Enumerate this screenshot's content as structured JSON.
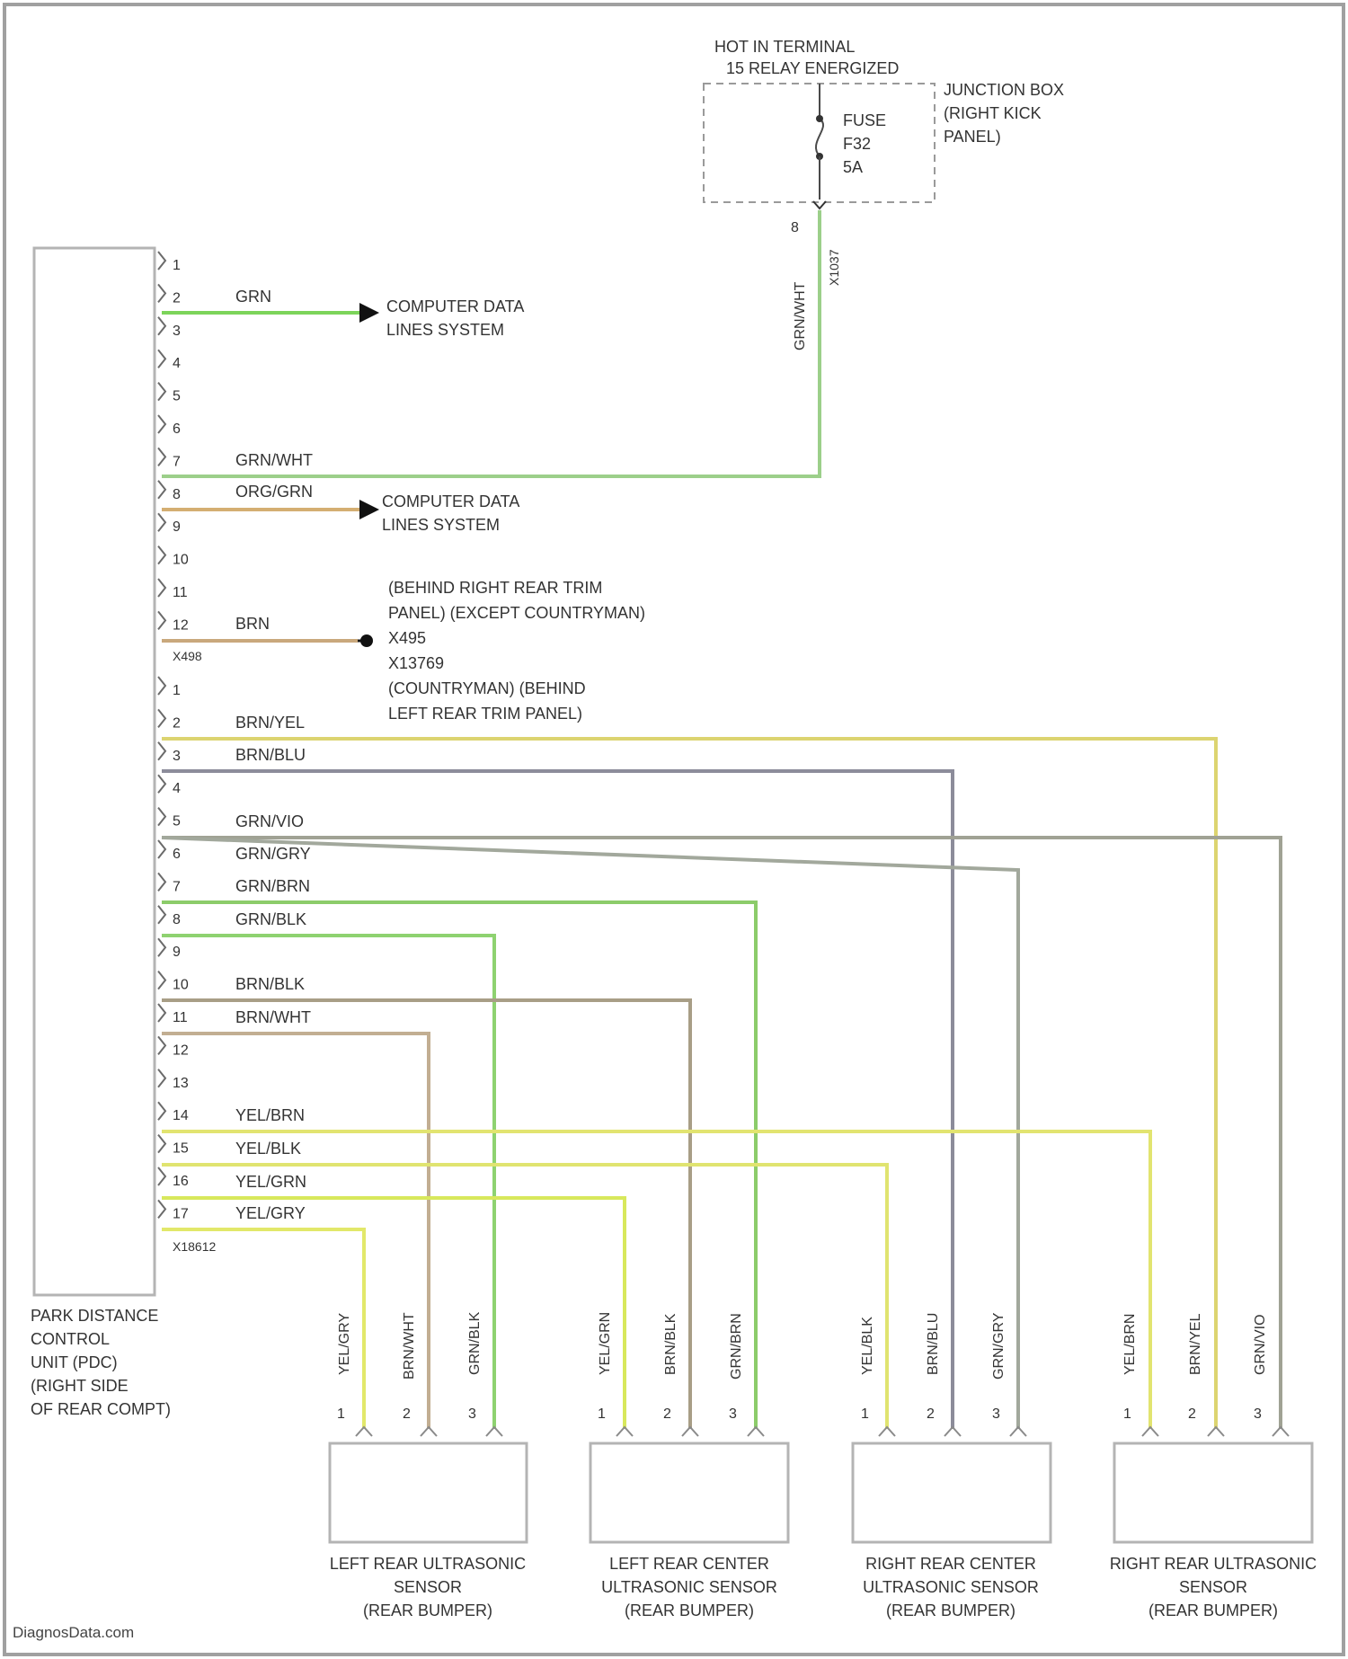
{
  "colors": {
    "GRN": "#7cd45a",
    "GRN_WHT": "#9ccf8a",
    "ORG_GRN": "#d4ae72",
    "BRN": "#c9a87c",
    "BRN_YEL": "#dcd470",
    "BRN_BLU": "#8c8c9a",
    "GRN_VIO": "#a0a294",
    "GRN_GRY": "#a2a89c",
    "GRN_BRN": "#8ccc6a",
    "GRN_BLK": "#8ed270",
    "BRN_BLK": "#a89e86",
    "BRN_WHT": "#c2ae92",
    "YEL_BRN": "#e2e470",
    "YEL_BLK": "#e0e470",
    "YEL_GRN": "#d8e85c",
    "YEL_GRY": "#e2e86a",
    "component": "#b4b4b4",
    "text": "#333333"
  },
  "power": {
    "title_line1": "HOT IN TERMINAL",
    "title_line2": "15 RELAY ENERGIZED",
    "junction_line1": "JUNCTION BOX",
    "junction_line2": "(RIGHT KICK",
    "junction_line3": "PANEL)",
    "fuse_line1": "FUSE",
    "fuse_line2": "F32",
    "fuse_line3": "5A",
    "pin_top": "8",
    "connector": "X1037",
    "wire_color": "GRN/WHT"
  },
  "pdc": {
    "label_line1": "PARK DISTANCE",
    "label_line2": "CONTROL",
    "label_line3": "UNIT (PDC)",
    "label_line4": "(RIGHT SIDE",
    "label_line5": "OF REAR COMPT)",
    "connector1": {
      "name": "X498",
      "pins": [
        "1",
        "2",
        "3",
        "4",
        "5",
        "6",
        "7",
        "8",
        "9",
        "10",
        "11",
        "12"
      ]
    },
    "connector2": {
      "name": "X18612",
      "pins": [
        "1",
        "2",
        "3",
        "4",
        "5",
        "6",
        "7",
        "8",
        "9",
        "10",
        "11",
        "12",
        "13",
        "14",
        "15",
        "16",
        "17"
      ]
    }
  },
  "wires": {
    "w_grn": "GRN",
    "w_grn_wht": "GRN/WHT",
    "w_org_grn": "ORG/GRN",
    "w_brn": "BRN",
    "w_brn_yel": "BRN/YEL",
    "w_brn_blu": "BRN/BLU",
    "w_grn_vio": "GRN/VIO",
    "w_grn_gry": "GRN/GRY",
    "w_grn_brn": "GRN/BRN",
    "w_grn_blk": "GRN/BLK",
    "w_brn_blk": "BRN/BLK",
    "w_brn_wht": "BRN/WHT",
    "w_yel_brn": "YEL/BRN",
    "w_yel_blk": "YEL/BLK",
    "w_yel_grn": "YEL/GRN",
    "w_yel_gry": "YEL/GRY"
  },
  "computer_data": {
    "line1": "COMPUTER DATA",
    "line2": "LINES SYSTEM"
  },
  "ground": {
    "line1": "(BEHIND RIGHT REAR TRIM",
    "line2": "PANEL) (EXCEPT COUNTRYMAN)",
    "line3": "X495",
    "line4": "X13769",
    "line5": "(COUNTRYMAN) (BEHIND",
    "line6": "LEFT REAR TRIM PANEL)"
  },
  "sensors": [
    {
      "line1": "LEFT REAR ULTRASONIC",
      "line2": "SENSOR",
      "line3": "(REAR BUMPER)",
      "wires": [
        "YEL/GRY",
        "BRN/WHT",
        "GRN/BLK"
      ],
      "pins": [
        "1",
        "2",
        "3"
      ]
    },
    {
      "line1": "LEFT REAR CENTER",
      "line2": "ULTRASONIC SENSOR",
      "line3": "(REAR BUMPER)",
      "wires": [
        "YEL/GRN",
        "BRN/BLK",
        "GRN/BRN"
      ],
      "pins": [
        "1",
        "2",
        "3"
      ]
    },
    {
      "line1": "RIGHT REAR CENTER",
      "line2": "ULTRASONIC SENSOR",
      "line3": "(REAR BUMPER)",
      "wires": [
        "YEL/BLK",
        "BRN/BLU",
        "GRN/GRY"
      ],
      "pins": [
        "1",
        "2",
        "3"
      ]
    },
    {
      "line1": "RIGHT REAR ULTRASONIC",
      "line2": "SENSOR",
      "line3": "(REAR BUMPER)",
      "wires": [
        "YEL/BRN",
        "BRN/YEL",
        "GRN/VIO"
      ],
      "pins": [
        "1",
        "2",
        "3"
      ]
    }
  ],
  "footer": "DiagnosData.com"
}
